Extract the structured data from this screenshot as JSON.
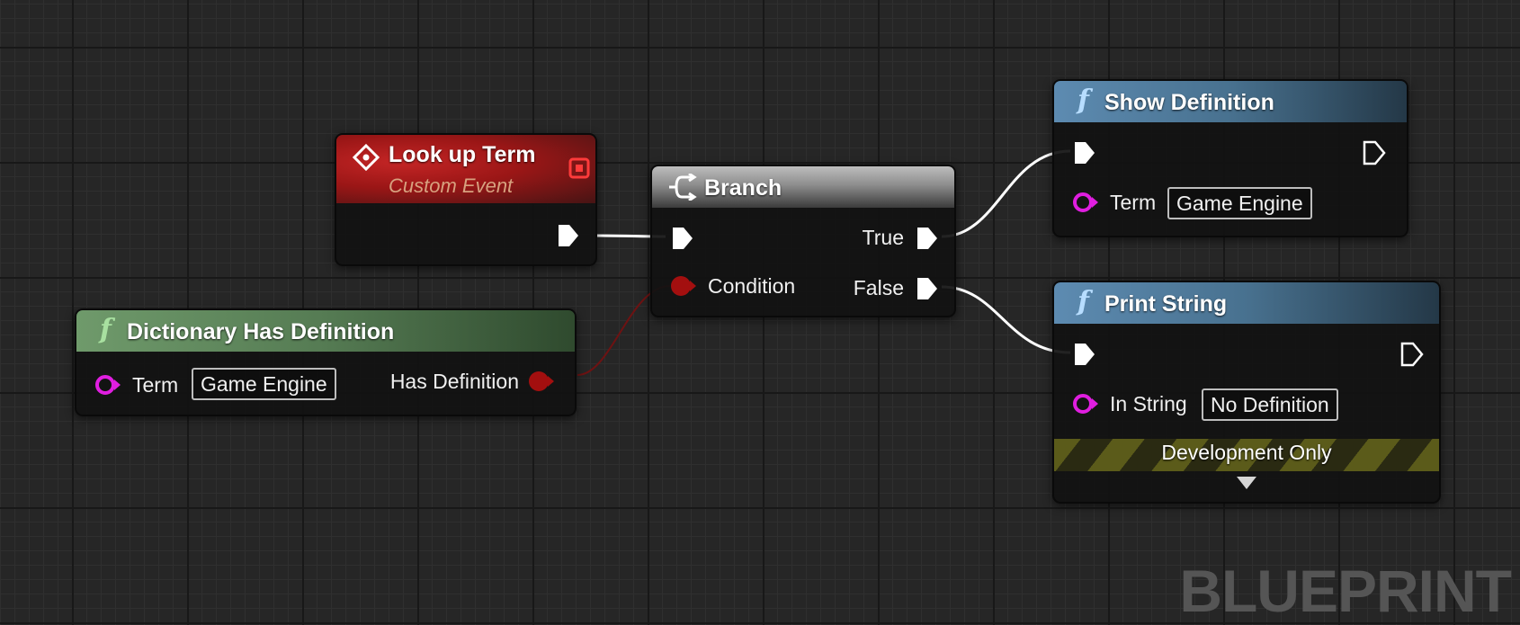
{
  "nodes": {
    "lookup_term": {
      "title": "Look up Term",
      "subtitle": "Custom Event"
    },
    "branch": {
      "title": "Branch",
      "true_label": "True",
      "false_label": "False",
      "condition_label": "Condition"
    },
    "dictionary": {
      "icon": "f",
      "title": "Dictionary Has Definition",
      "term_label": "Term",
      "term_value": "Game Engine",
      "output_label": "Has Definition"
    },
    "show_definition": {
      "icon": "f",
      "title": "Show Definition",
      "term_label": "Term",
      "term_value": "Game Engine"
    },
    "print_string": {
      "icon": "f",
      "title": "Print String",
      "in_string_label": "In String",
      "in_string_value": "No Definition",
      "dev_label": "Development Only"
    }
  },
  "watermark": "BLUEPRINT",
  "colors": {
    "exec_pin": "#ffffff",
    "bool_pin": "#a30f0f",
    "string_pin": "#e01ee0",
    "bool_wire": "#6e1212",
    "exec_wire": "#ffffff"
  },
  "icons": {
    "event": "diamond-event-icon",
    "branch": "branch-icon",
    "function": "function-icon",
    "delegate": "delegate-pin-icon",
    "expand": "expand-arrow-icon"
  }
}
